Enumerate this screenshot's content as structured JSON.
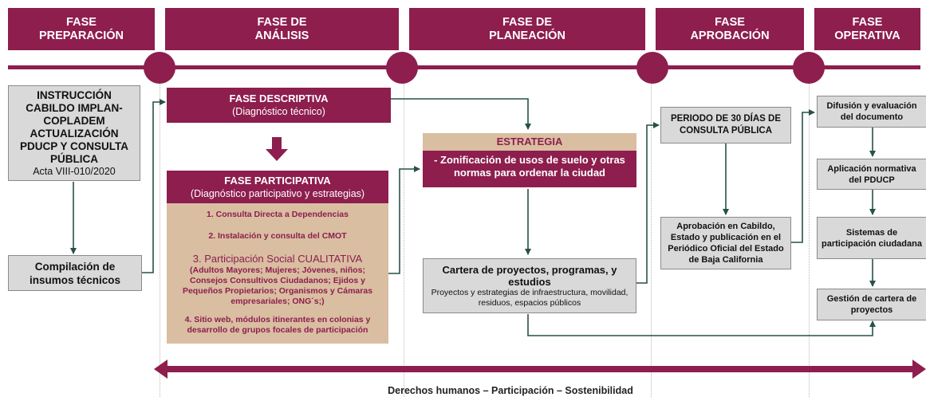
{
  "phases": [
    {
      "line1": "FASE",
      "line2": "PREPARACIÓN"
    },
    {
      "line1": "FASE DE",
      "line2": "ANÁLISIS"
    },
    {
      "line1": "FASE DE",
      "line2": "PLANEACIÓN"
    },
    {
      "line1": "FASE",
      "line2": "APROBACIÓN"
    },
    {
      "line1": "FASE",
      "line2": "OPERATIVA"
    }
  ],
  "preparacion": {
    "instruccion": {
      "title": "INSTRUCCIÓN CABILDO IMPLAN-COPLADEM ACTUALIZACIÓN PDUCP Y CONSULTA PÚBLICA",
      "acta": "Acta VIII-010/2020"
    },
    "compilacion": "Compilación de insumos técnicos"
  },
  "analisis": {
    "descriptiva": {
      "title": "FASE DESCRIPTIVA",
      "subtitle": "(Diagnóstico técnico)"
    },
    "participativa": {
      "title": "FASE PARTICIPATIVA",
      "subtitle": "(Diagnóstico participativo y estrategias)",
      "item1": "1. Consulta Directa a Dependencias",
      "item2": "2. Instalación y consulta del CMOT",
      "item3_title": "3. Participación Social CUALITATIVA",
      "item3_detail": "(Adultos Mayores; Mujeres; Jóvenes, niños; Consejos Consultivos Ciudadanos; Ejidos y Pequeños Propietarios; Organismos y Cámaras empresariales; ONG´s;)",
      "item4": "4. Sitio web, módulos itinerantes en colonias y desarrollo de grupos focales de participación"
    }
  },
  "planeacion": {
    "estrategia_title": "ESTRATEGIA",
    "estrategia_body": "-  Zonificación de usos de suelo y otras normas para ordenar la ciudad",
    "cartera_title": "Cartera de proyectos, programas, y estudios",
    "cartera_body": "Proyectos y estrategias de infraestructura, movilidad, residuos, espacios públicos"
  },
  "aprobacion": {
    "periodo": "PERIODO DE 30 DÍAS DE CONSULTA PÚBLICA",
    "aprobacion_cabildo": "Aprobación en Cabildo, Estado y publicación en el Periódico Oficial del Estado de Baja California"
  },
  "operativa": {
    "difusion": "Difusión y evaluación del documento",
    "aplicacion": "Aplicación normativa del PDUCP",
    "sistemas": "Sistemas de participación ciudadana",
    "gestion": "Gestión de cartera de proyectos"
  },
  "footer": "Derechos humanos – Participación – Sostenibilidad",
  "colors": {
    "brand": "#8d1e4e",
    "tan": "#d9bea1",
    "gray_box": "#d9d9d9",
    "connector": "#27514a"
  }
}
